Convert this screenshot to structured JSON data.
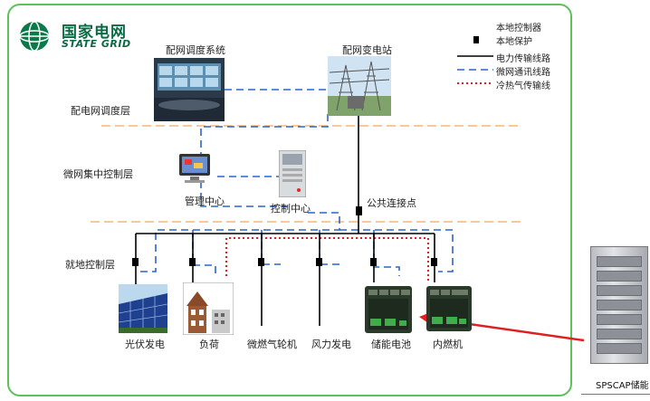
{
  "logo": {
    "cn": "国家电网",
    "en": "STATE GRID"
  },
  "legend": {
    "local_controller": "本地控制器",
    "local_protection": "本地保护",
    "power_line": "电力传输线路",
    "comm_line": "微网通讯线路",
    "thermal_line": "冷热气传输线",
    "colors": {
      "power": "#000000",
      "comm": "#2a66c8",
      "thermal": "#e02020"
    }
  },
  "layers": {
    "dispatch": "配电网调度层",
    "central_control": "微网集中控制层",
    "local_control": "就地控制层"
  },
  "nodes": {
    "dispatch_system": "配网调度系统",
    "substation": "配网变电站",
    "management_center": "管理中心",
    "control_center": "控制中心",
    "pcc": "公共连接点",
    "pv": "光伏发电",
    "load": "负荷",
    "microturbine": "微燃气轮机",
    "wind": "风力发电",
    "storage": "储能电池",
    "diesel": "内燃机"
  },
  "cabinet_caption": "SPSCAP储能",
  "arrow_color": "#e02020"
}
